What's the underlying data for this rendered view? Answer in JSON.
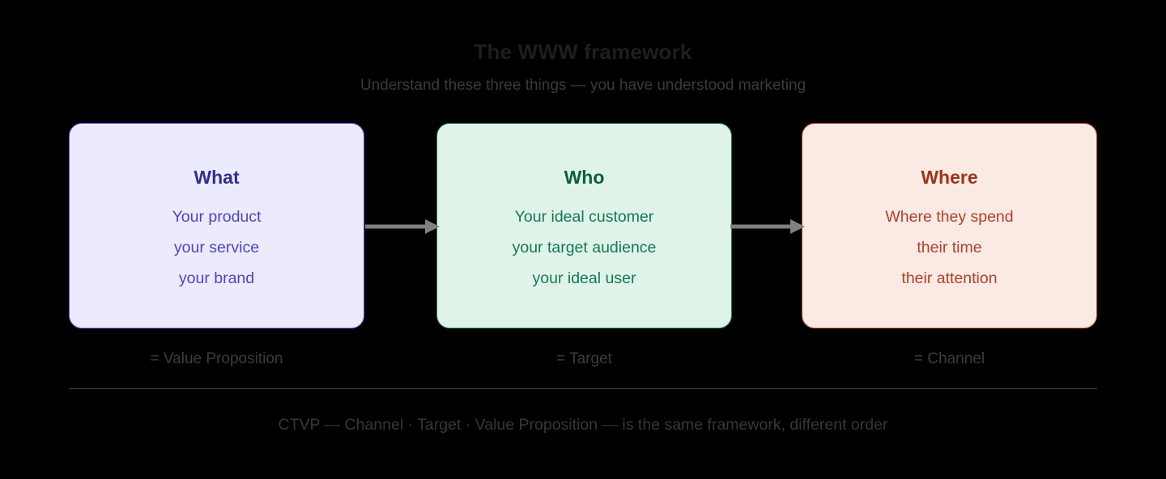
{
  "header": {
    "title": "The WWW framework",
    "subtitle": "Understand these three things — you have understood marketing"
  },
  "colors": {
    "background": "#000000",
    "title_text": "#1e1e1e",
    "subtitle_text": "#3a3a3c",
    "divider": "#4a4a4c",
    "arrow": "#808080",
    "card1_bg": "#ecebfd",
    "card1_border": "#6b5ce0",
    "card1_title": "#332e8e",
    "card1_body": "#4e45c4",
    "card2_bg": "#dff3e9",
    "card2_border": "#12795a",
    "card2_title": "#0d5e3f",
    "card2_body": "#12795a",
    "card3_bg": "#fbeae4",
    "card3_border": "#b8492a",
    "card3_title": "#9c3517",
    "card3_body": "#b0412a"
  },
  "cards": [
    {
      "title": "What",
      "lines": [
        "Your product",
        "your service",
        "your brand"
      ],
      "caption": "= Value Proposition"
    },
    {
      "title": "Who",
      "lines": [
        "Your ideal customer",
        "your target audience",
        "your ideal user"
      ],
      "caption": "= Target"
    },
    {
      "title": "Where",
      "lines": [
        "Where they spend",
        "their time",
        "their attention"
      ],
      "caption": "= Channel"
    }
  ],
  "arrows": [
    {
      "name": "arrow-what-to-who"
    },
    {
      "name": "arrow-who-to-where"
    }
  ],
  "footer": {
    "text": "CTVP — Channel · Target · Value Proposition — is the same framework, different order"
  }
}
